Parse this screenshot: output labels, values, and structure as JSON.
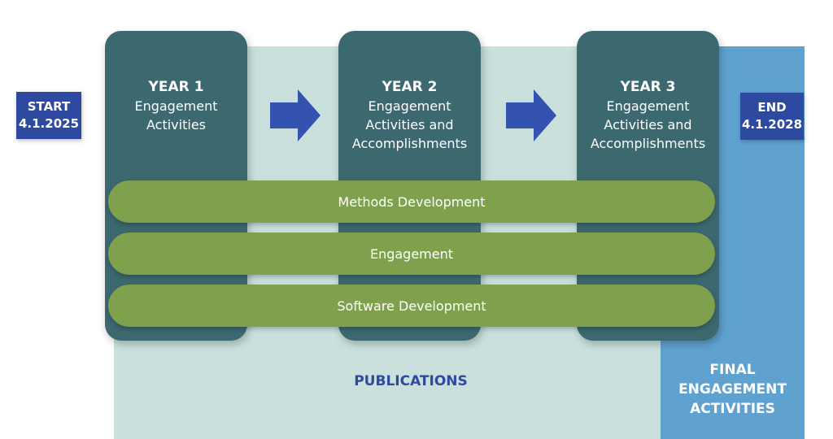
{
  "start": {
    "label": "START",
    "date": "4.1.2025"
  },
  "end": {
    "label": "END",
    "date": "4.1.2028"
  },
  "years": [
    {
      "heading": "YEAR 1",
      "lines": [
        "Engagement",
        "Activities"
      ]
    },
    {
      "heading": "YEAR 2",
      "lines": [
        "Engagement",
        "Activities and",
        "Accomplishments"
      ]
    },
    {
      "heading": "YEAR 3",
      "lines": [
        "Engagement",
        "Activities and",
        "Accomplishments"
      ]
    }
  ],
  "bars": [
    "Methods Development",
    "Engagement",
    "Software Development"
  ],
  "publications_label": "PUBLICATIONS",
  "final_label": [
    "FINAL",
    "ENGAGEMENT",
    "ACTIVITIES"
  ],
  "colors": {
    "year_column": "#3c6870",
    "bar": "#7fa14d",
    "arrow": "#3452b0",
    "badge": "#2e4aa0",
    "publications_panel": "#c9e0dc",
    "final_panel": "#5fa2d0"
  }
}
